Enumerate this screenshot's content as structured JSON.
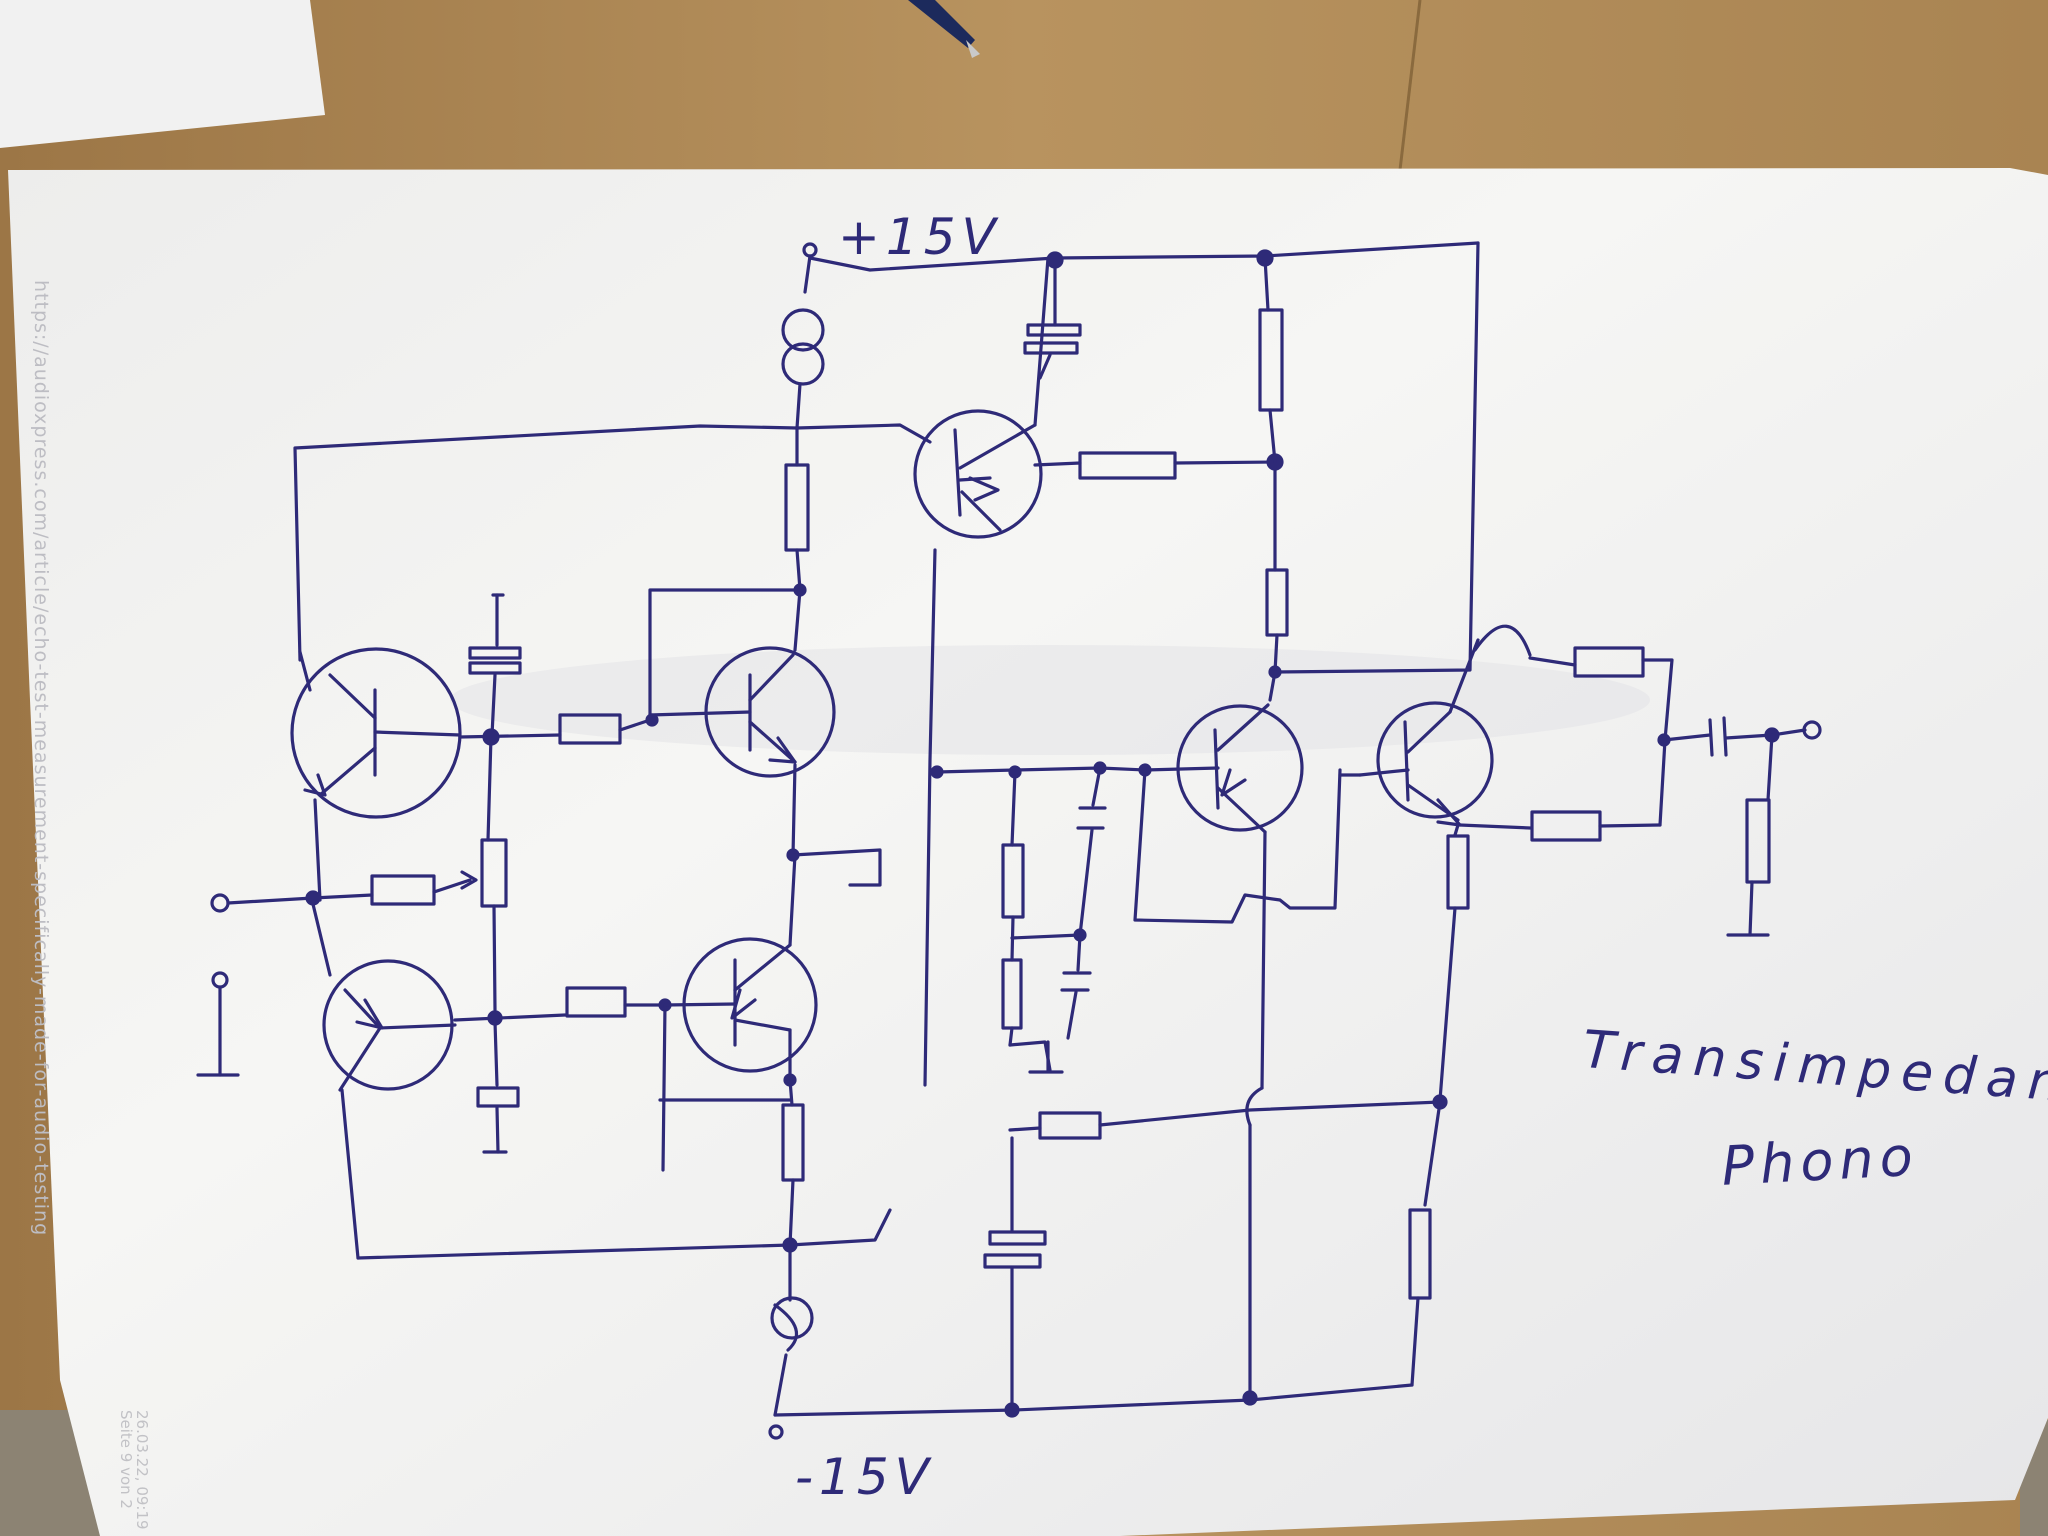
{
  "supply": {
    "positive": "+15V",
    "negative": "-15V"
  },
  "title": {
    "line1": "Transimpedance",
    "line2": "Phono"
  },
  "watermark": "https://audioxpress.com/article/echo-test-measurement-specifically-made-for-audio-testing",
  "print_mark": {
    "line1": "26.03.22, 09:19",
    "line2": "Seite 9 von 2"
  },
  "colors": {
    "ink": "#2e2a78",
    "paper": "#f3f3f1",
    "desk": "#b08a5a",
    "pen": "#1c2a5c"
  }
}
